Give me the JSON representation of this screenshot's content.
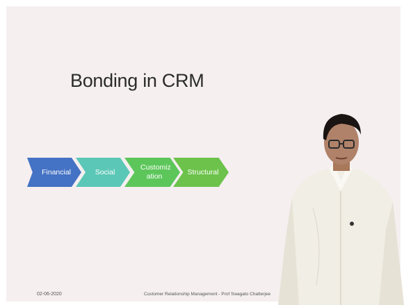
{
  "slide": {
    "title": "Bonding in CRM",
    "process_steps": [
      {
        "label": "Financial",
        "color": "#4472c4"
      },
      {
        "label": "Social",
        "color": "#5bc7b6"
      },
      {
        "label": "Customiz ation",
        "color": "#5cc65a"
      },
      {
        "label": "Structural",
        "color": "#6cc24a"
      }
    ],
    "footer": {
      "date": "02-06-2020",
      "course": "Customer Relationship Management - Prof Swagato Chatterjee"
    }
  },
  "colors": {
    "slide_background": "#f5eff0",
    "title_text": "#2b2b2b"
  }
}
